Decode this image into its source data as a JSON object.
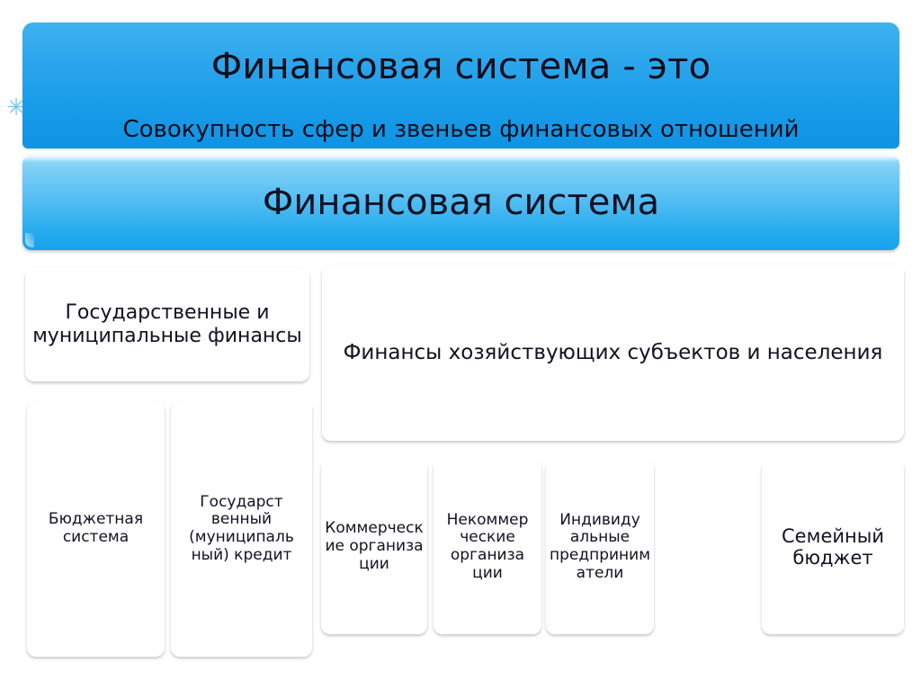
{
  "slide": {
    "header": {
      "title": "Финансовая система - это",
      "subtitle": "Совокупность сфер и звеньев финансовых отношений",
      "bullet_glyph": "✳",
      "bullet_icon_name": "asterisk-bullet-icon"
    },
    "root_node": {
      "label": "Финансовая система"
    },
    "branches": [
      {
        "label": "Государственные и муниципальные финансы",
        "children": [
          {
            "label": "Бюджетная система"
          },
          {
            "label": "Государст венный (муниципаль ный) кредит"
          }
        ]
      },
      {
        "label": "Финансы хозяйствующих субъектов и населения",
        "children": [
          {
            "label": "Коммерческ ие организа ции"
          },
          {
            "label": "Некоммер ческие организа ции"
          },
          {
            "label": "Индивиду альные предприним атели"
          },
          {
            "label": "Семейный бюджет"
          }
        ]
      }
    ],
    "colors": {
      "background": "#ffffff",
      "header_top": "#3cb3ef",
      "header_bottom": "#0f93e4",
      "node_top": "#8fd6f7",
      "node_bottom": "#16a6ee",
      "text": "#121222",
      "bullet": "#6fc8f2"
    }
  }
}
